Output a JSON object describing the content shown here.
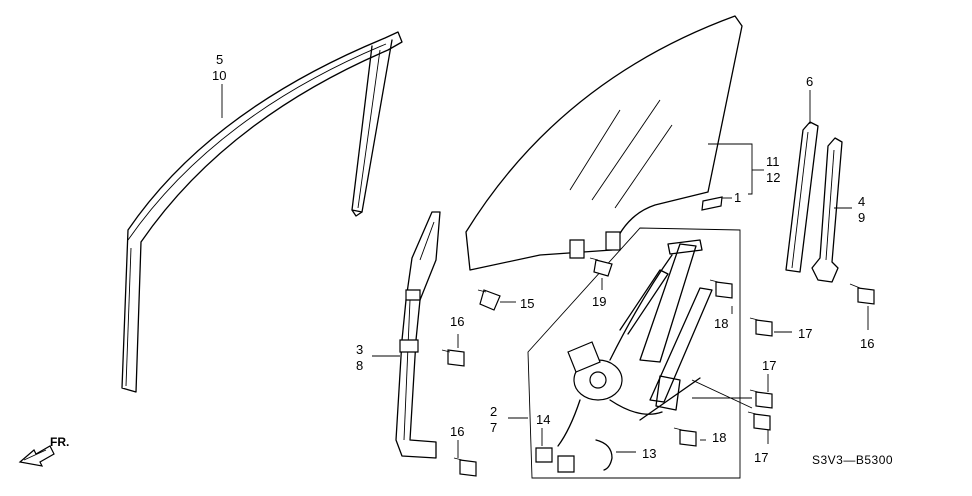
{
  "callouts": {
    "c5": "5",
    "c10": "10",
    "c6": "6",
    "c11": "11",
    "c12": "12",
    "c1": "1",
    "c4": "4",
    "c9": "9",
    "c15": "15",
    "c19": "19",
    "c16a": "16",
    "c16b": "16",
    "c16c": "16",
    "c3": "3",
    "c8": "8",
    "c18a": "18",
    "c18b": "18",
    "c17a": "17",
    "c17b": "17",
    "c17c": "17",
    "c2": "2",
    "c7": "7",
    "c14": "14",
    "c13": "13"
  },
  "diagram_code": "S3V3—B5300",
  "direction_label": "FR.",
  "icons": [
    "front-direction-arrow-icon"
  ]
}
